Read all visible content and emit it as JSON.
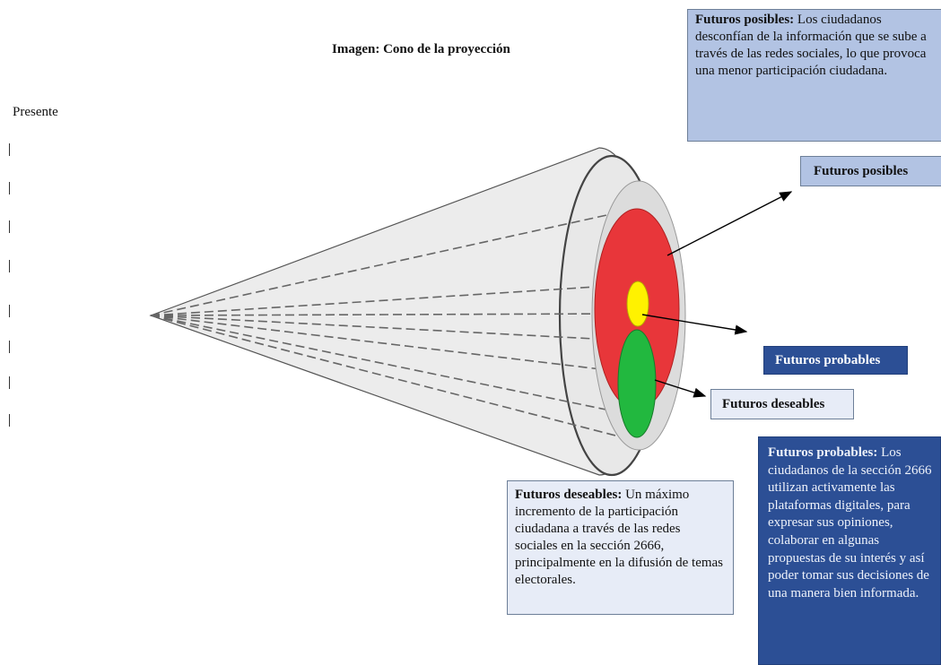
{
  "title": "Imagen: Cono de la proyección",
  "presente": "Presente",
  "posibles_box": {
    "heading": "Futuros posibles:",
    "text": " Los ciudadanos desconfían de la información que se sube a través de las redes sociales, lo que provoca una menor participación ciudadana."
  },
  "labels": {
    "posibles": "Futuros posibles",
    "probables": "Futuros probables",
    "deseables": "Futuros deseables"
  },
  "deseables_box": {
    "heading": "Futuros deseables:",
    "text": " Un máximo incremento de la participación ciudadana a través de las redes sociales en la sección 2666, principalmente en la difusión de temas electorales."
  },
  "probables_box": {
    "heading": "Futuros probables:",
    "text": " Los ciudadanos de la sección 2666 utilizan activamente las plataformas digitales, para expresar sus opiniones, colaborar en algunas propuestas de su interés y así poder tomar sus decisiones de una manera bien informada."
  },
  "colors": {
    "posibles_fill": "#e8363a",
    "probables_fill": "#fff200",
    "deseables_fill": "#22b83f",
    "light_box": "#b2c3e3",
    "dark_box": "#2c4f95",
    "pale_box": "#e7ecf7"
  }
}
